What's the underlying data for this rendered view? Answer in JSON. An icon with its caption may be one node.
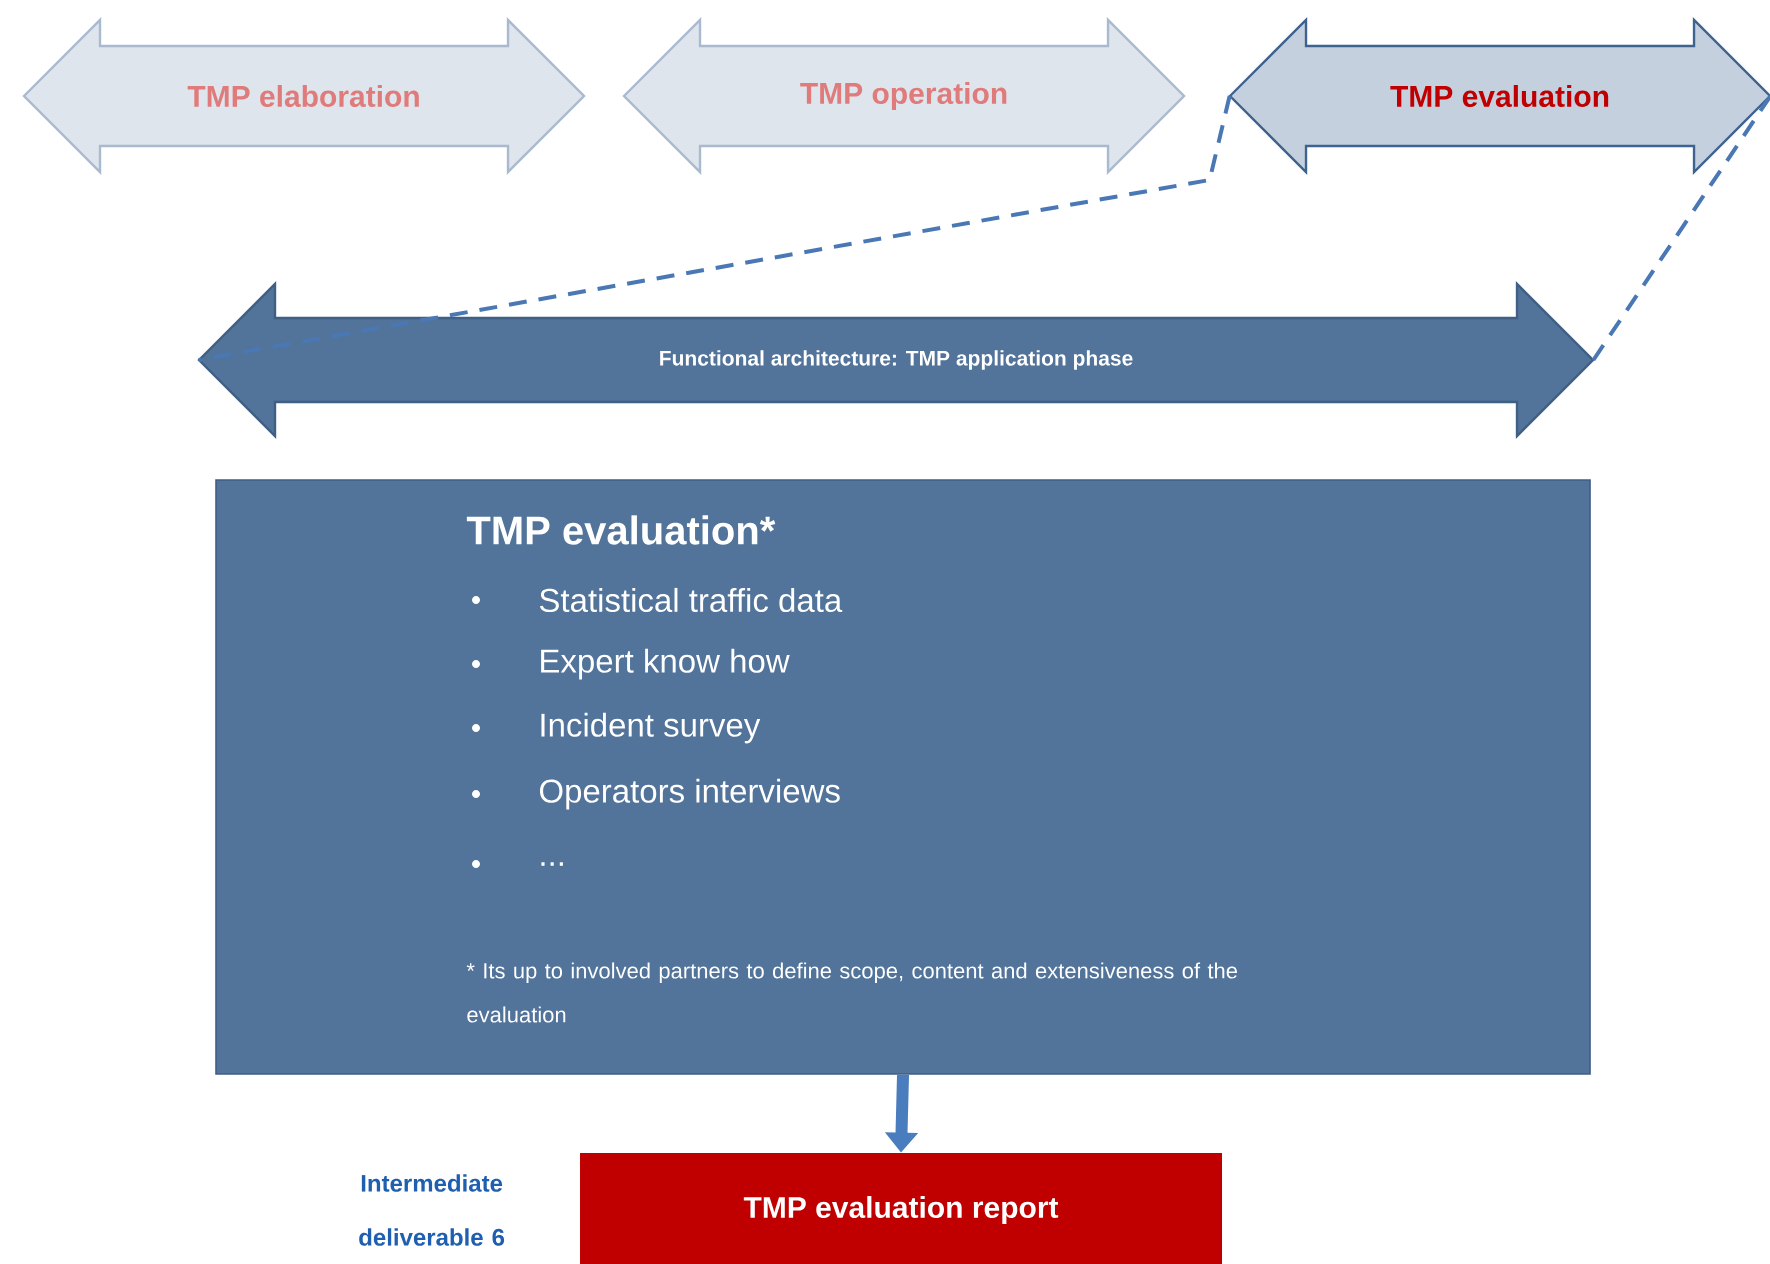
{
  "diagram": {
    "nodes": [
      {
        "text": [
          "TMP elaboration"
        ]
      },
      {
        "text": [
          "TMP operation"
        ]
      },
      {
        "text": [
          "TMP evaluation"
        ]
      },
      {
        "text": [
          "Functional architecture:  TMP application phase"
        ]
      },
      {
        "text": [
          "TMP evaluation*",
          "Statistical traffic data",
          "Expert know how",
          "Incident survey",
          "Operators interviews",
          "...",
          "* Its up to involved partners to define scope, content and extensiveness of the evaluation"
        ]
      },
      {
        "text": [
          "TMP evaluation report"
        ],
        "beside": [
          "Intermediate deliverable 6"
        ]
      }
    ],
    "edges": [
      {
        "from": 2,
        "to": 3,
        "arrow": "none",
        "style": "dashed"
      },
      {
        "from": 2,
        "to": 3,
        "arrow": "none",
        "style": "dashed"
      },
      {
        "from": 4,
        "to": 5,
        "arrow": "to",
        "style": "thick"
      }
    ]
  }
}
